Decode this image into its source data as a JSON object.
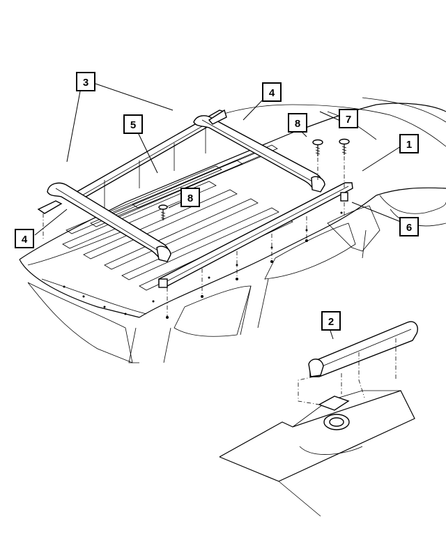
{
  "callouts": {
    "c1": "1",
    "c2": "2",
    "c3": "3",
    "c4a": "4",
    "c4b": "4",
    "c5": "5",
    "c6": "6",
    "c7": "7",
    "c8a": "8",
    "c8b": "8"
  },
  "colors": {
    "ink": "#000000",
    "paper": "#ffffff"
  }
}
